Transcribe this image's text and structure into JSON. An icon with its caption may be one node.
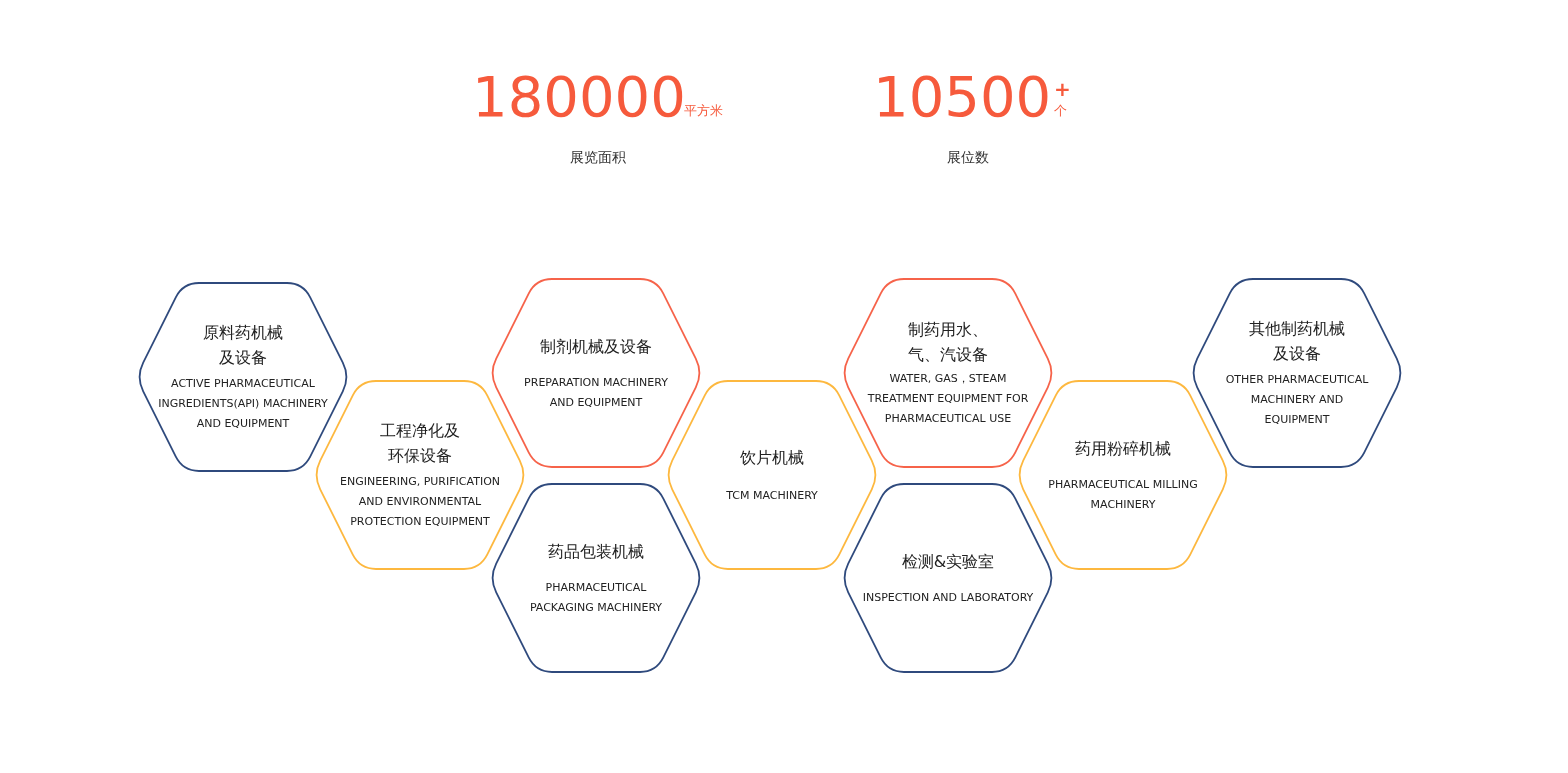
{
  "diagram": {
    "nodes": [
      {
        "text": [
          "原料药机械及设备",
          "ACTIVE PHARMACEUTICAL INGREDIENTS(API) MACHINERY AND EQUIPMENT"
        ]
      },
      {
        "text": [
          "工程净化及环保设备",
          "ENGINEERING, PURIFICATION AND ENVIRONMENTAL PROTECTION EQUIPMENT"
        ]
      },
      {
        "text": [
          "制剂机械及设备",
          "PREPARATION MACHINERY AND EQUIPMENT"
        ]
      },
      {
        "text": [
          "药品包装机械",
          "PHARMACEUTICAL PACKAGING MACHINERY"
        ]
      },
      {
        "text": [
          "饮片机械",
          "TCM MACHINERY"
        ]
      },
      {
        "text": [
          "制药用水、气、汽设备",
          "WATER, GAS，STEAM TREATMENT EQUIPMENT FOR PHARMACEUTICAL USE"
        ]
      },
      {
        "text": [
          "检测&实验室",
          "INSPECTION AND LABORATORY"
        ]
      },
      {
        "text": [
          "药用粉碎机械",
          "PHARMACEUTICAL MILLING MACHINERY"
        ]
      },
      {
        "text": [
          "其他制药机械及设备",
          "OTHER PHARMACEUTICAL MACHINERY AND EQUIPMENT"
        ]
      }
    ],
    "edges": [],
    "labels": [
      "180000",
      "平方米",
      "10500",
      "+",
      "个",
      "展览面积",
      "展位数"
    ]
  }
}
